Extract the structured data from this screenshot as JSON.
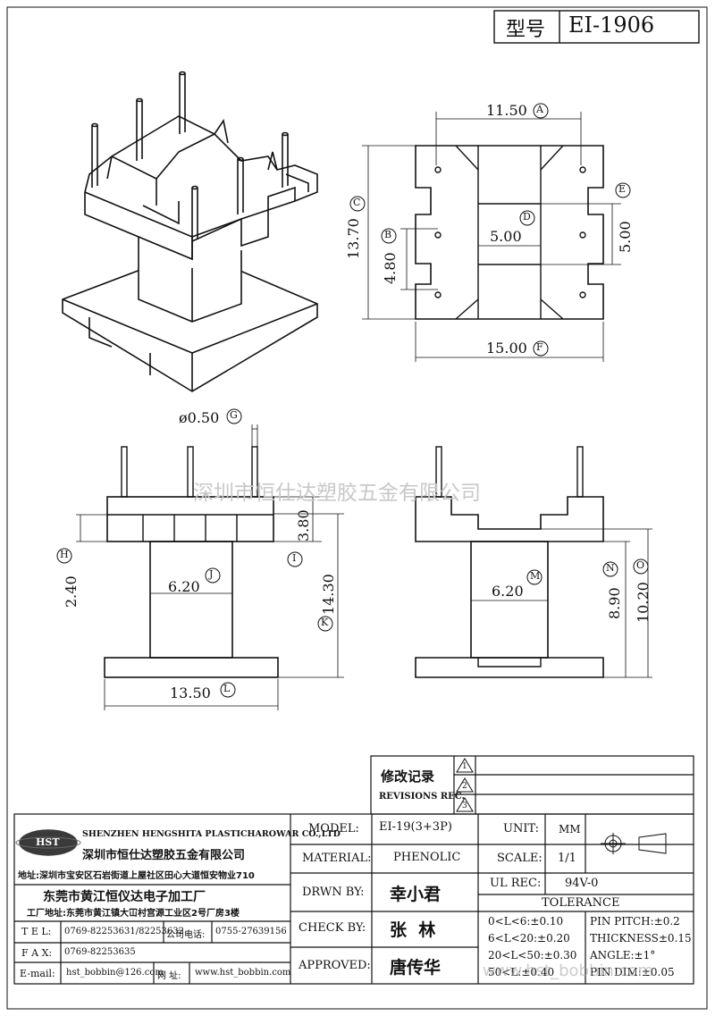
{
  "header": {
    "type_label": "型号",
    "model": "EI-1906"
  },
  "dimensions": {
    "A": "11.50",
    "B": "4.80",
    "C": "13.70",
    "D": "5.00",
    "E": "5.00",
    "F": "15.00",
    "G": "ø0.50",
    "H": "2.40",
    "I": "3.80",
    "J": "6.20",
    "K": "14.30",
    "L": "13.50",
    "M": "6.20",
    "N": "8.90",
    "O": "10.20"
  },
  "callouts": {
    "A": "A",
    "B": "B",
    "C": "C",
    "D": "D",
    "E": "E",
    "F": "F",
    "G": "G",
    "H": "H",
    "I": "I",
    "J": "J",
    "K": "K",
    "L": "L",
    "M": "M",
    "N": "N",
    "O": "O"
  },
  "watermark_center": "深圳市恒仕达塑胶五金有限公司",
  "watermark_bottom": "www.hst_bobbin.com",
  "revisions": {
    "title_cn": "修改记录",
    "title_en": "REVISIONS REC.",
    "marks": [
      "1",
      "2",
      "3"
    ]
  },
  "company": {
    "logo_text": "HST",
    "name_en": "SHENZHEN HENGSHITA PLASTICHAROWAR CO.,LTD",
    "name_cn": "深圳市恒仕达塑胶五金有限公司",
    "address": "地址:深圳市宝安区石岩街道上屋社区田心大道恒安物业710",
    "factory": "东莞市黄江恒仪达电子加工厂",
    "factory_address": "工厂地址:东莞市黄江镇大冚村宫源工业区2号厂房3楼"
  },
  "contacts": {
    "tel_label": "T E L:",
    "tel": "0769-82253631/82253632",
    "company_tel_label": "公司电话:",
    "company_tel": "0755-27639156",
    "fax_label": "F A X:",
    "fax": "0769-82253635",
    "email_label": "E-mail:",
    "email": "hst_bobbin@126.com",
    "web_label": "网  址:",
    "web": "www.hst_bobbin.com"
  },
  "specs": {
    "model_label": "MODEL:",
    "model": "EI-19(3+3P)",
    "unit_label": "UNIT:",
    "unit": "MM",
    "material_label": "MATERIAL:",
    "material": "PHENOLIC",
    "scale_label": "SCALE:",
    "scale": "1/1",
    "ul_label": "UL REC:",
    "ul": "94V-0",
    "drawn_label": "DRWN BY:",
    "drawn": "幸小君",
    "tolerance_label": "TOLERANCE",
    "check_label": "CHECK BY:",
    "check": "张  林",
    "approved_label": "APPROVED:",
    "approved": "唐传华",
    "tol1": "0<L<6:±0.10",
    "tol2": "6<L<20:±0.20",
    "tol3": "20<L<50:±0.30",
    "tol4": "50<L:±0.40",
    "pitch": "PIN PITCH:±0.2",
    "thickness": "THICKNESS±0.15",
    "angle": "ANGLE:±1°",
    "pin_dim": "PIN DIM:±0.05"
  }
}
